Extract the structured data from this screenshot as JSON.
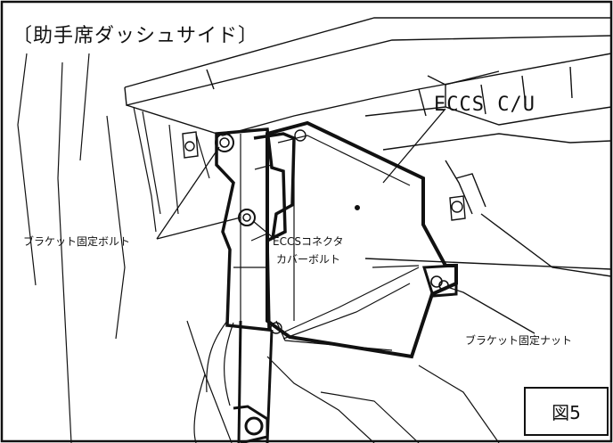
{
  "diagram": {
    "section_title": "〔助手席ダッシュサイド〕",
    "labels": {
      "ecu": "ECCS C/U",
      "bracket_fixing_bolt": "ブラケット固定ボルト",
      "cover_bolt_line1": "ECCSコネクタ",
      "cover_bolt_line2": "カバーボルト",
      "bracket_fixing_nut": "ブラケット固定ナット"
    },
    "figure_number": "図5"
  },
  "colors": {
    "line": "#111111",
    "background": "#ffffff"
  }
}
